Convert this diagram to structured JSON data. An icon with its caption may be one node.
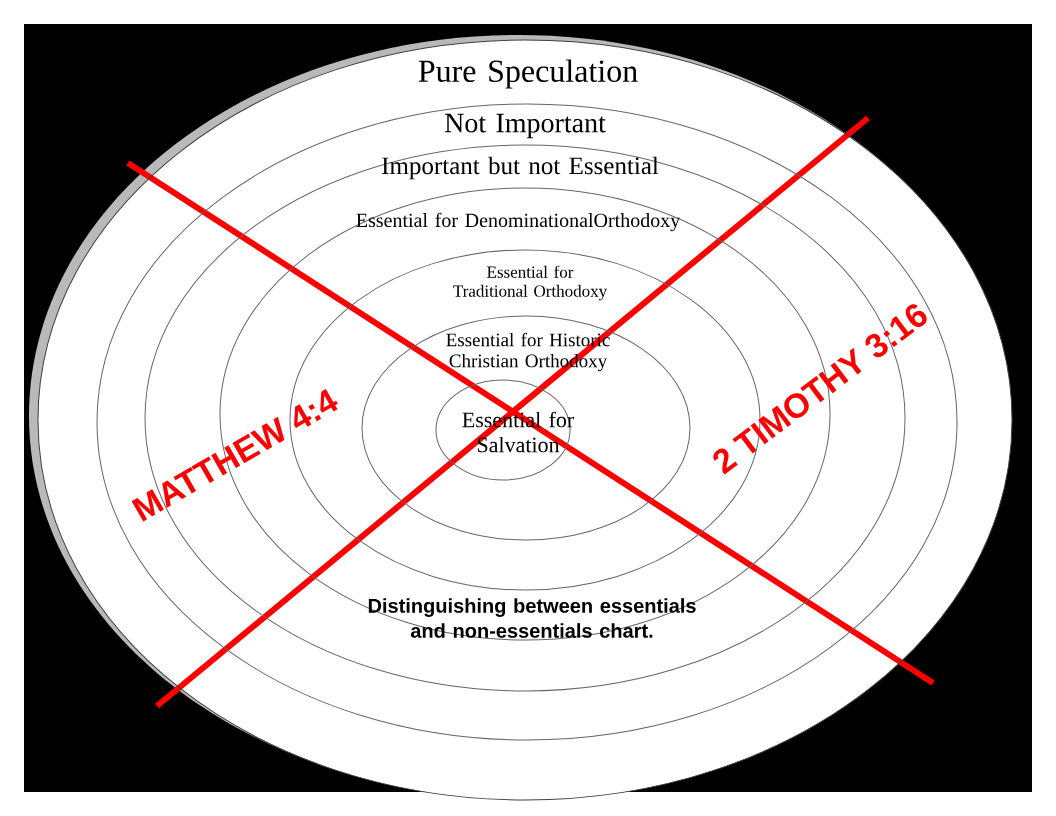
{
  "diagram": {
    "caption": "Distinguishing between essentials and non-essentials chart.",
    "nodes": [
      {
        "text": [
          "Pure Speculation"
        ]
      },
      {
        "text": [
          "Not Important"
        ],
        "in": 0
      },
      {
        "text": [
          "Important but not Essential"
        ],
        "in": 1
      },
      {
        "text": [
          "Essential for DenominationalOrthodoxy"
        ],
        "in": 2
      },
      {
        "text": [
          "Essential for Traditional Orthodoxy"
        ],
        "in": 3
      },
      {
        "text": [
          "Essential for Historic Christian Orthodoxy"
        ],
        "in": 4
      },
      {
        "text": [
          "Essential for Salvation"
        ],
        "in": 5
      }
    ],
    "edges": [],
    "labels": [
      "MATTHEW 4:4",
      "2 TIMOTHY 3:16"
    ]
  }
}
